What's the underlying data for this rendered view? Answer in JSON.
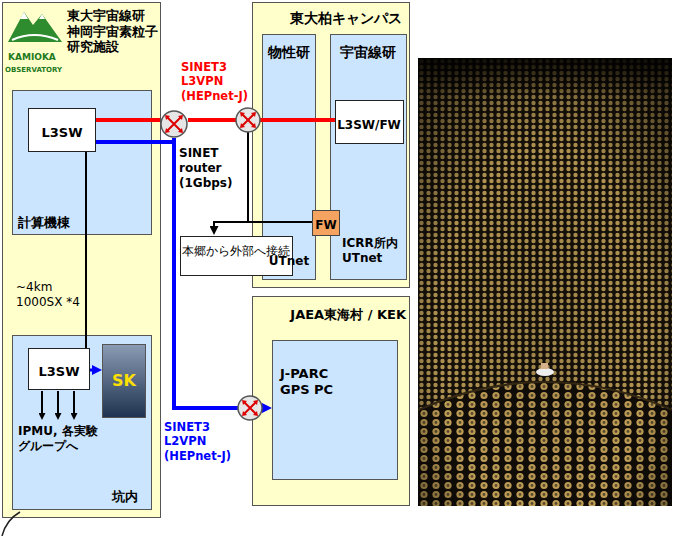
{
  "diagram": {
    "nodes": [
      {
        "text": [
          "東大宇宙線研 神岡宇宙素粒子 研究施設"
        ]
      },
      {
        "text": [
          "計算機棟"
        ],
        "in": 0
      },
      {
        "text": [
          "L3SW"
        ],
        "in": 1
      },
      {
        "text": [
          "坑内"
        ],
        "in": 0
      },
      {
        "text": [
          "L3SW"
        ],
        "in": 3
      },
      {
        "text": [
          "SK"
        ],
        "in": 3
      },
      {
        "text": [
          "SINET router (1Gbps)"
        ]
      },
      {
        "text": [
          "東大柏キャンパス"
        ]
      },
      {
        "text": [
          "物性研",
          "UTnet"
        ],
        "in": 7
      },
      {
        "text": [
          "宇宙線研",
          "ICRR所内 UTnet"
        ],
        "in": 7
      },
      {
        "text": [
          "L3SW/FW"
        ],
        "in": 9
      },
      {
        "text": [
          "FW"
        ],
        "in": 7
      },
      {
        "text": [
          "本郷から外部へ接続"
        ]
      },
      {
        "text": [
          "JAEA東海村 / KEK"
        ]
      },
      {
        "text": [
          "J-PARC GPS PC"
        ],
        "in": 13
      }
    ],
    "edges": [
      {
        "from": 2,
        "to": 6,
        "arrow": "none"
      },
      {
        "from": 2,
        "to": 6,
        "arrow": "none"
      },
      {
        "from": 6,
        "to": 10,
        "label": "SINET3 L3VPN (HEPnet-J)",
        "arrow": "none"
      },
      {
        "from": 6,
        "to": 14,
        "label": "SINET3 L2VPN (HEPnet-J)",
        "arrow": "to"
      },
      {
        "from": 2,
        "to": 4,
        "label": "~4km 1000SX *4",
        "arrow": "none"
      },
      {
        "from": 4,
        "to": 5,
        "arrow": "to"
      },
      {
        "from": 11,
        "to": 12,
        "arrow": "to"
      }
    ],
    "labels": [
      "KAMIOKA",
      "OBSERVATORY",
      "IPMU, 各実験 グループへ"
    ]
  }
}
